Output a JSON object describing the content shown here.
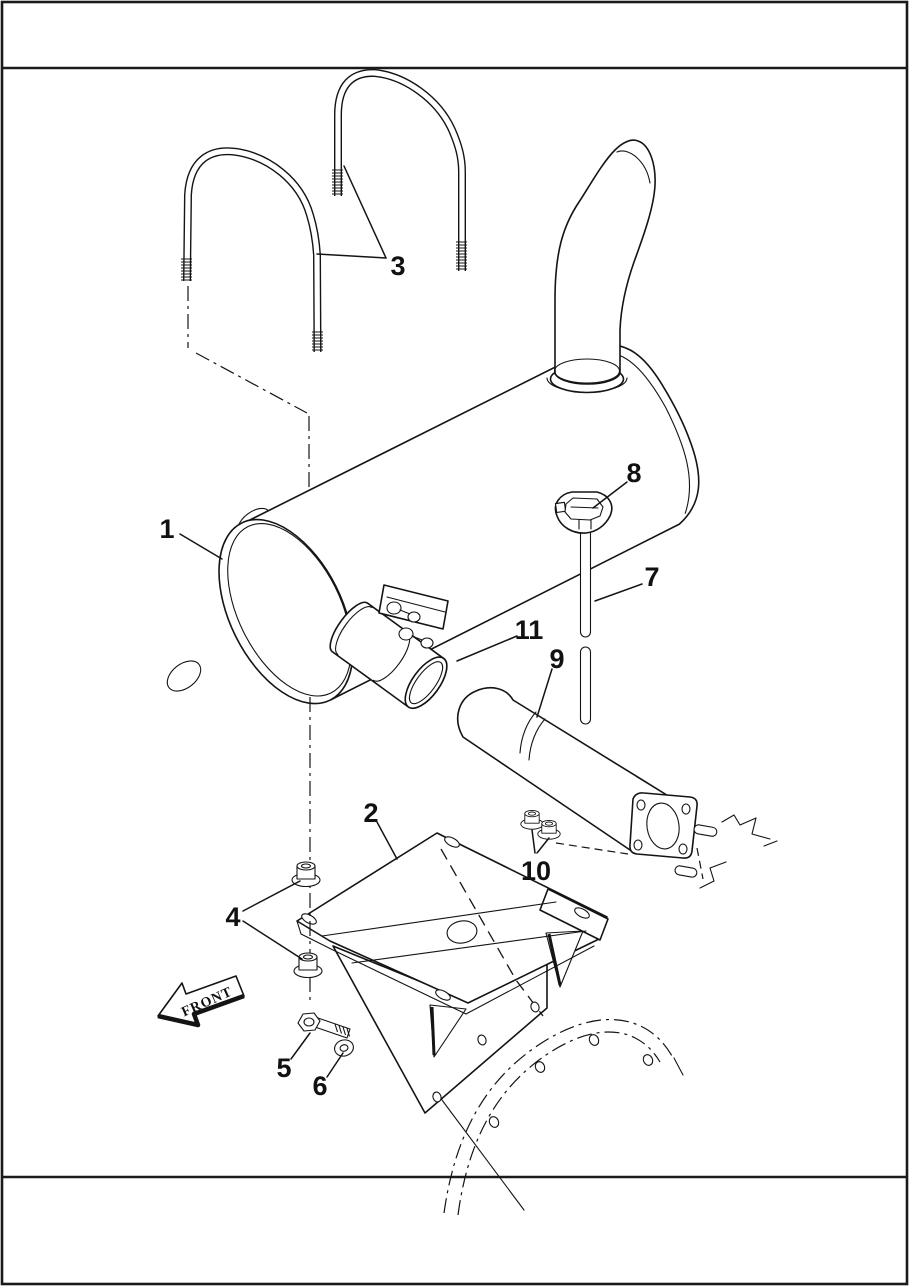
{
  "page": {
    "background_color": "#ffffff",
    "ink_color": "#141414"
  },
  "figure": {
    "kind": "exploded-parts-diagram",
    "front_arrow_label": "FRONT",
    "callouts": [
      {
        "number": "1",
        "part": "muffler"
      },
      {
        "number": "2",
        "part": "mounting-bracket"
      },
      {
        "number": "3",
        "part": "u-bolts"
      },
      {
        "number": "4",
        "part": "flange-nuts"
      },
      {
        "number": "5",
        "part": "hex-bolt"
      },
      {
        "number": "6",
        "part": "washer"
      },
      {
        "number": "7",
        "part": "support-rod"
      },
      {
        "number": "8",
        "part": "nut-and-clamp-fitting"
      },
      {
        "number": "9",
        "part": "exhaust-outlet-pipe"
      },
      {
        "number": "10",
        "part": "pipe-flange-nuts"
      },
      {
        "number": "11",
        "part": "exhaust-clamp"
      }
    ]
  }
}
